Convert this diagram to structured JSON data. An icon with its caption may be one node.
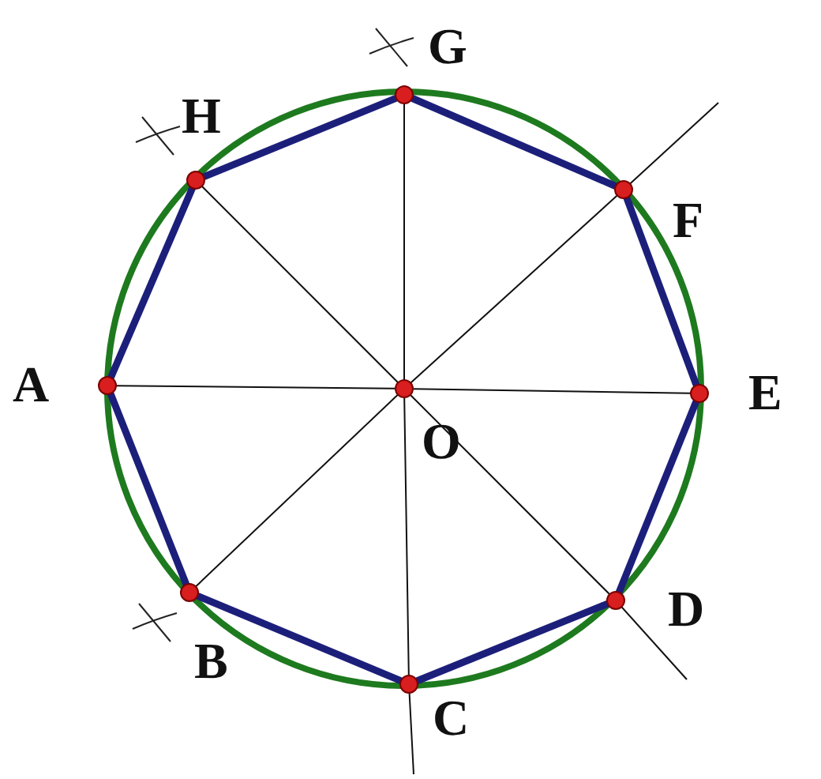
{
  "diagram": {
    "nodes": [
      {
        "text": [
          "G"
        ]
      },
      {
        "text": [
          "H"
        ]
      },
      {
        "text": [
          "F"
        ]
      },
      {
        "text": [
          "A"
        ]
      },
      {
        "text": [
          "O"
        ]
      },
      {
        "text": [
          "E"
        ]
      },
      {
        "text": [
          "B"
        ]
      },
      {
        "text": [
          "D"
        ]
      },
      {
        "text": [
          "C"
        ]
      }
    ],
    "edges": [
      {
        "from": 3,
        "to": 6,
        "arrow": "none",
        "style": "thick"
      },
      {
        "from": 6,
        "to": 8,
        "arrow": "none",
        "style": "thick"
      },
      {
        "from": 8,
        "to": 7,
        "arrow": "none",
        "style": "thick"
      },
      {
        "from": 7,
        "to": 5,
        "arrow": "none",
        "style": "thick"
      },
      {
        "from": 5,
        "to": 2,
        "arrow": "none",
        "style": "thick"
      },
      {
        "from": 2,
        "to": 0,
        "arrow": "none",
        "style": "thick"
      },
      {
        "from": 0,
        "to": 1,
        "arrow": "none",
        "style": "thick"
      },
      {
        "from": 1,
        "to": 3,
        "arrow": "none",
        "style": "thick"
      },
      {
        "from": 4,
        "to": 3,
        "arrow": "none",
        "color": "#111111"
      },
      {
        "from": 4,
        "to": 5,
        "arrow": "none",
        "color": "#111111"
      },
      {
        "from": 4,
        "to": 0,
        "arrow": "none",
        "color": "#111111"
      },
      {
        "from": 4,
        "to": 8,
        "arrow": "none",
        "color": "#111111"
      },
      {
        "from": 4,
        "to": 1,
        "arrow": "none",
        "color": "#111111"
      },
      {
        "from": 4,
        "to": 7,
        "arrow": "none",
        "color": "#111111"
      },
      {
        "from": 4,
        "to": 6,
        "arrow": "none",
        "color": "#111111"
      },
      {
        "from": 4,
        "to": 2,
        "arrow": "none",
        "color": "#111111"
      }
    ]
  }
}
